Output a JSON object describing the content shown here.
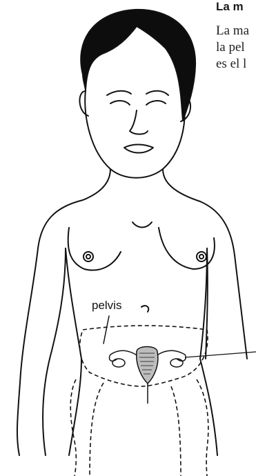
{
  "text_block": {
    "heading": "La m",
    "lines": [
      "La ma",
      "la pel",
      "es el l"
    ]
  },
  "labels": {
    "pelvis": "pelvis"
  },
  "illustration": {
    "subject": "woman-upper-body-outline",
    "line_color": "#111111",
    "hair_color": "#0d0d0d"
  }
}
